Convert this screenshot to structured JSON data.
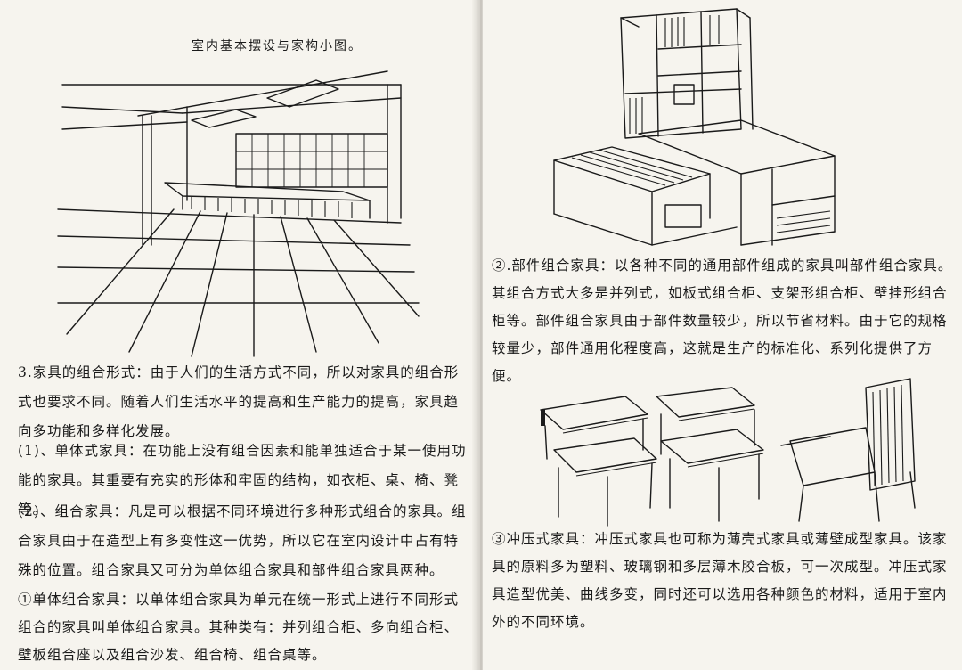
{
  "left_page": {
    "title": "室内基本摆设与家构小图。",
    "para_3": "3.家具的组合形式：由于人们的生活方式不同，所以对家具的组合形式也要求不同。随着人们生活水平的提高和生产能力的提高，家具趋向多功能和多样化发展。",
    "para_1": "(1)、单体式家具：在功能上没有组合因素和能单独适合于某一使用功能的家具。其重要有充实的形体和牢固的结构，如衣柜、桌、椅、凳等。",
    "para_2": "(2)、组合家具：凡是可以根据不同环境进行多种形式组合的家具。组合家具由于在造型上有多变性这一优势，所以它在室内设计中占有特殊的位置。组合家具又可分为单体组合家具和部件组合家具两种。",
    "para_2a": "①单体组合家具：以单体组合家具为单元在统一形式上进行不同形式组合的家具叫单体组合家具。其种类有：并列组合柜、多向组合柜、壁板组合座以及组合沙发、组合椅、组合桌等。"
  },
  "right_page": {
    "para_b": "②.部件组合家具：以各种不同的通用部件组成的家具叫部件组合家具。其组合方式大多是并列式，如板式组合柜、支架形组合柜、壁挂形组合柜等。部件组合家具由于部件数量较少，所以节省材料。由于它的规格较量少，部件通用化程度高，这就是生产的标准化、系列化提供了方便。",
    "para_c": "③冲压式家具：冲压式家具也可称为薄壳式家具或薄壁成型家具。该家具的原料多为塑料、玻璃钢和多层薄木胶合板，可一次成型。冲压式家具造型优美、曲线多变，同时还可以选用各种颜色的材料，适用于室内外的不同环境。"
  },
  "illustrations": {
    "room_sketch": "interior-perspective-sketch",
    "combo_furniture": "combination-bed-desk-cabinet-sketch",
    "stools_chair": "stools-and-armchair-sketch"
  }
}
